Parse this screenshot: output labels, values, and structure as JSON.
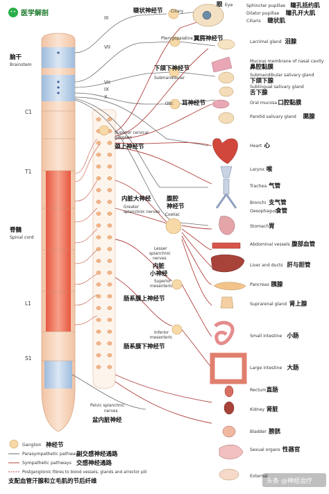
{
  "header": {
    "title": "医学解剖"
  },
  "spine": {
    "brainstem_cn": "脑干",
    "brainstem_en": "Brainstem",
    "spinal_cn": "脊髓",
    "spinal_en": "Spinal cord",
    "c1": "C1",
    "t1": "T1",
    "l1": "L1",
    "s1": "S1",
    "cn_iii": "III",
    "cn_vii": "VII",
    "cn_vii2": "VII",
    "cn_ix": "IX",
    "cn_x": "X"
  },
  "ganglia": {
    "ciliary_cn": "睫状神经节",
    "ciliary_en": "Ciliary",
    "pterygo_en": "Pterygopalatine",
    "pterygo_cn": "翼腭神经节",
    "submand_cn": "下颌下神经节",
    "submand_en": "Submandibular",
    "otic_en": "Otic",
    "otic_cn": "耳神经节",
    "supcerv_en1": "Superior cervical",
    "supcerv_en2": "ganglion",
    "supcerv_cn": "颈上神经节",
    "gsn_cn": "内脏大神经",
    "gsn_en1": "Greater",
    "gsn_en2": "splanchnic nerves",
    "celiac_cn1": "腹腔",
    "celiac_cn2": "神经节",
    "celiac_en": "Coeliac",
    "lsn_en1": "Lesser",
    "lsn_en2": "splanchnic",
    "lsn_en3": "nerves",
    "lsn_cn1": "内脏",
    "lsn_cn2": "小神经",
    "supmes_en1": "Superior",
    "supmes_en2": "mesenteric",
    "supmes_cn": "肠系膜上神经节",
    "infmes_en1": "Inferior",
    "infmes_en2": "mesenteric",
    "infmes_cn": "肠系膜下神经节",
    "pelvic_en1": "Pelvic splanchnic",
    "pelvic_en2": "nerves",
    "pelvic_cn": "盆内脏神经"
  },
  "organs": [
    {
      "en": "Eye",
      "cn": "眼"
    },
    {
      "en": "Sphincter pupillae",
      "cn": "瞳孔括约肌"
    },
    {
      "en": "Dilator pupillae",
      "cn": "瞳孔开大肌"
    },
    {
      "en": "Ciliaris",
      "cn": "睫状肌"
    },
    {
      "en": "Lacrimal gland",
      "cn": "泪腺"
    },
    {
      "en": "Mucous membrane of nasal cavity",
      "cn": "鼻腔黏膜"
    },
    {
      "en": "Submandibular salivary gland",
      "cn": "下颌下腺"
    },
    {
      "en": "Sublingual salivary gland",
      "cn": "舌下腺"
    },
    {
      "en": "Oral mucosa",
      "cn": "口腔黏膜"
    },
    {
      "en": "Parotid salivary gland",
      "cn": "腮腺"
    },
    {
      "en": "Heart",
      "cn": "心"
    },
    {
      "en": "Larynx",
      "cn": "喉"
    },
    {
      "en": "Trachea",
      "cn": "气管"
    },
    {
      "en": "Bronchi",
      "cn": "支气管"
    },
    {
      "en": "Oesophagus",
      "cn": "食管"
    },
    {
      "en": "Stomach",
      "cn": "胃"
    },
    {
      "en": "Abdominal vessels",
      "cn": "腹部血管"
    },
    {
      "en": "Liver and ducts",
      "cn": "肝与胆管"
    },
    {
      "en": "Pancreas",
      "cn": "胰腺"
    },
    {
      "en": "Suprarenal gland",
      "cn": "肾上腺"
    },
    {
      "en": "Small intestine",
      "cn": "小肠"
    },
    {
      "en": "Large intestine",
      "cn": "大肠"
    },
    {
      "en": "Rectum",
      "cn": "直肠"
    },
    {
      "en": "Kidney",
      "cn": "肾脏"
    },
    {
      "en": "Bladder",
      "cn": "膀胱"
    },
    {
      "en": "Sexual organs",
      "cn": "性器官"
    },
    {
      "en": "External",
      "cn": ""
    }
  ],
  "legend": {
    "ganglion_en": "Ganglion",
    "ganglion_cn": "神经节",
    "para_en": "Parasympathetic pathways",
    "para_cn": "副交感神经通路",
    "symp_en": "Sympathetic pathways",
    "symp_cn": "交感神经通路",
    "post_en": "Postganglionic fibres to blood vessels, glands and arrector pili",
    "post_cn": "支配血管汗腺和立毛肌的节后纤维"
  },
  "watermark": "头条 @神经治疗",
  "colors": {
    "parasympathetic": "#6b6b6b",
    "sympathetic": "#b0413e",
    "spinal_pink": "#f3c9b1",
    "spinal_red": "#e8604b",
    "brainstem_blue": "#b9cfe6",
    "ganglion": "#f6d9a6"
  }
}
